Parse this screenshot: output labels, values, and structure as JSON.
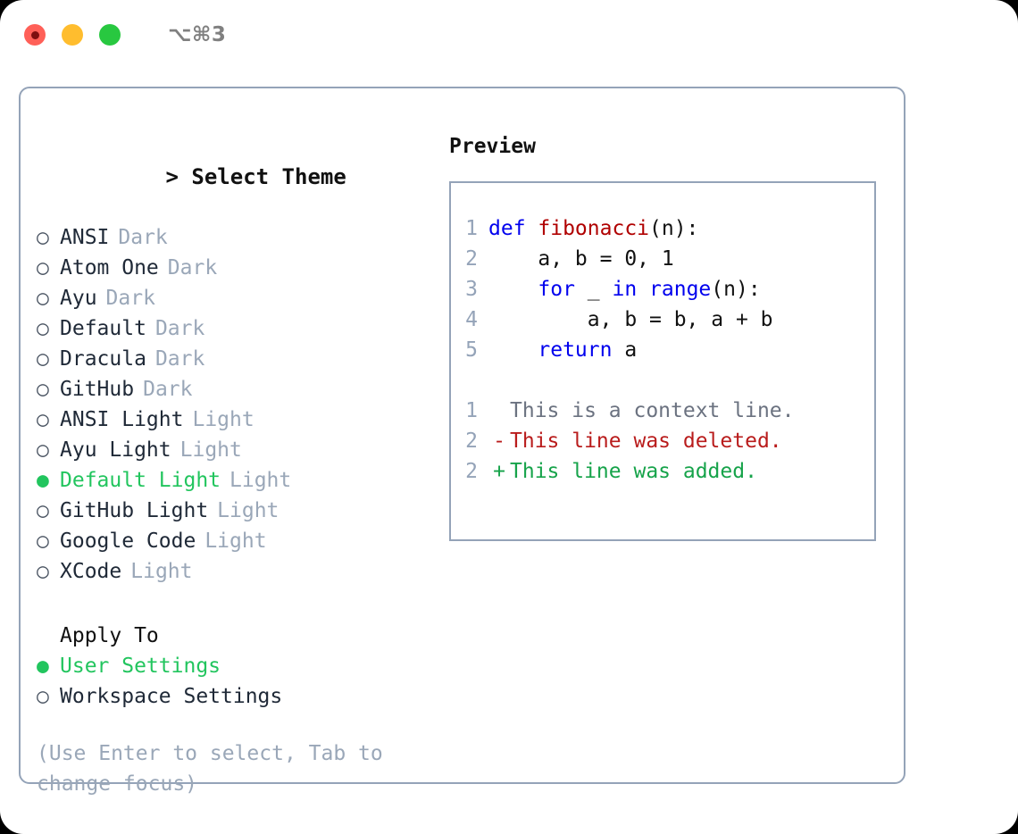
{
  "titlebar": {
    "shortcut": "⌥⌘3",
    "lights": [
      {
        "name": "close",
        "color": "#ff6058"
      },
      {
        "name": "minimize",
        "color": "#ffbd2e"
      },
      {
        "name": "maximize",
        "color": "#28c840"
      }
    ]
  },
  "theme_picker": {
    "caret": ">",
    "title": "Select Theme",
    "selected_bullet": "●",
    "unselected_bullet": "○",
    "options": [
      {
        "label": "ANSI",
        "tag": "Dark",
        "selected": false
      },
      {
        "label": "Atom One",
        "tag": "Dark",
        "selected": false
      },
      {
        "label": "Ayu",
        "tag": "Dark",
        "selected": false
      },
      {
        "label": "Default",
        "tag": "Dark",
        "selected": false
      },
      {
        "label": "Dracula",
        "tag": "Dark",
        "selected": false
      },
      {
        "label": "GitHub",
        "tag": "Dark",
        "selected": false
      },
      {
        "label": "ANSI Light",
        "tag": "Light",
        "selected": false
      },
      {
        "label": "Ayu Light",
        "tag": "Light",
        "selected": false
      },
      {
        "label": "Default Light",
        "tag": "Light",
        "selected": true
      },
      {
        "label": "GitHub Light",
        "tag": "Light",
        "selected": false
      },
      {
        "label": "Google Code",
        "tag": "Light",
        "selected": false
      },
      {
        "label": "XCode",
        "tag": "Light",
        "selected": false
      }
    ]
  },
  "apply_to": {
    "title": "Apply To",
    "options": [
      {
        "label": "User Settings",
        "selected": true
      },
      {
        "label": "Workspace Settings",
        "selected": false
      }
    ]
  },
  "hint": "(Use Enter to select, Tab to change focus)",
  "preview": {
    "title": "Preview",
    "code_lines": [
      {
        "number": "1",
        "tokens": [
          {
            "text": "def ",
            "type": "kw"
          },
          {
            "text": "fibonacci",
            "type": "fn"
          },
          {
            "text": "(n):",
            "type": "punct"
          }
        ]
      },
      {
        "number": "2",
        "tokens": [
          {
            "text": "    a, b = 0, 1",
            "type": "plain"
          }
        ]
      },
      {
        "number": "3",
        "tokens": [
          {
            "text": "    ",
            "type": "plain"
          },
          {
            "text": "for",
            "type": "kw"
          },
          {
            "text": " _ ",
            "type": "plain"
          },
          {
            "text": "in",
            "type": "kw"
          },
          {
            "text": " ",
            "type": "plain"
          },
          {
            "text": "range",
            "type": "kw"
          },
          {
            "text": "(n):",
            "type": "punct"
          }
        ]
      },
      {
        "number": "4",
        "tokens": [
          {
            "text": "        a, b = b, a + b",
            "type": "plain"
          }
        ]
      },
      {
        "number": "5",
        "tokens": [
          {
            "text": "    ",
            "type": "plain"
          },
          {
            "text": "return",
            "type": "kw"
          },
          {
            "text": " a",
            "type": "plain"
          }
        ]
      }
    ],
    "diff_lines": [
      {
        "number": "1",
        "marker": " ",
        "text": "This is a context line.",
        "kind": "context"
      },
      {
        "number": "2",
        "marker": "-",
        "text": "This line was deleted.",
        "kind": "del"
      },
      {
        "number": "2",
        "marker": "+",
        "text": "This line was added.",
        "kind": "add"
      }
    ]
  },
  "colors": {
    "accent_green": "#22c55e",
    "muted": "#9aa7b8",
    "border": "#94a3b8",
    "keyword": "#0000ee",
    "function": "#b00000",
    "diff_added": "#16a34a",
    "diff_deleted": "#b91c1c",
    "diff_context": "#6b7280"
  }
}
